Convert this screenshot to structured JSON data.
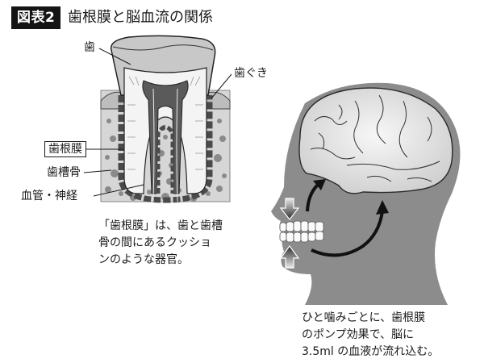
{
  "header": {
    "figure_badge": "図表2",
    "title": "歯根膜と脳血流の関係"
  },
  "tooth_diagram": {
    "labels": {
      "tooth": "歯",
      "gum": "歯ぐき",
      "periodontal_ligament": "歯根膜",
      "alveolar_bone": "歯槽骨",
      "vessels_nerves": "血管・神経"
    },
    "caption_lines": [
      "「歯根膜」は、歯と歯槽",
      "骨の間にあるクッショ",
      "ンのような器官。"
    ]
  },
  "head_diagram": {
    "caption_lines": [
      "ひと噛みごとに、歯根膜",
      "のポンプ効果で、脳に",
      "3.5ml の血液が流れ込む。"
    ]
  },
  "colors": {
    "badge_bg": "#141414",
    "head_gray": "#8c8c8c",
    "bone_gray": "#d4d4d4",
    "crown_gray": "#c8c8c8",
    "pulp_dark": "#5a5a5a",
    "brain_light": "#ececec"
  }
}
